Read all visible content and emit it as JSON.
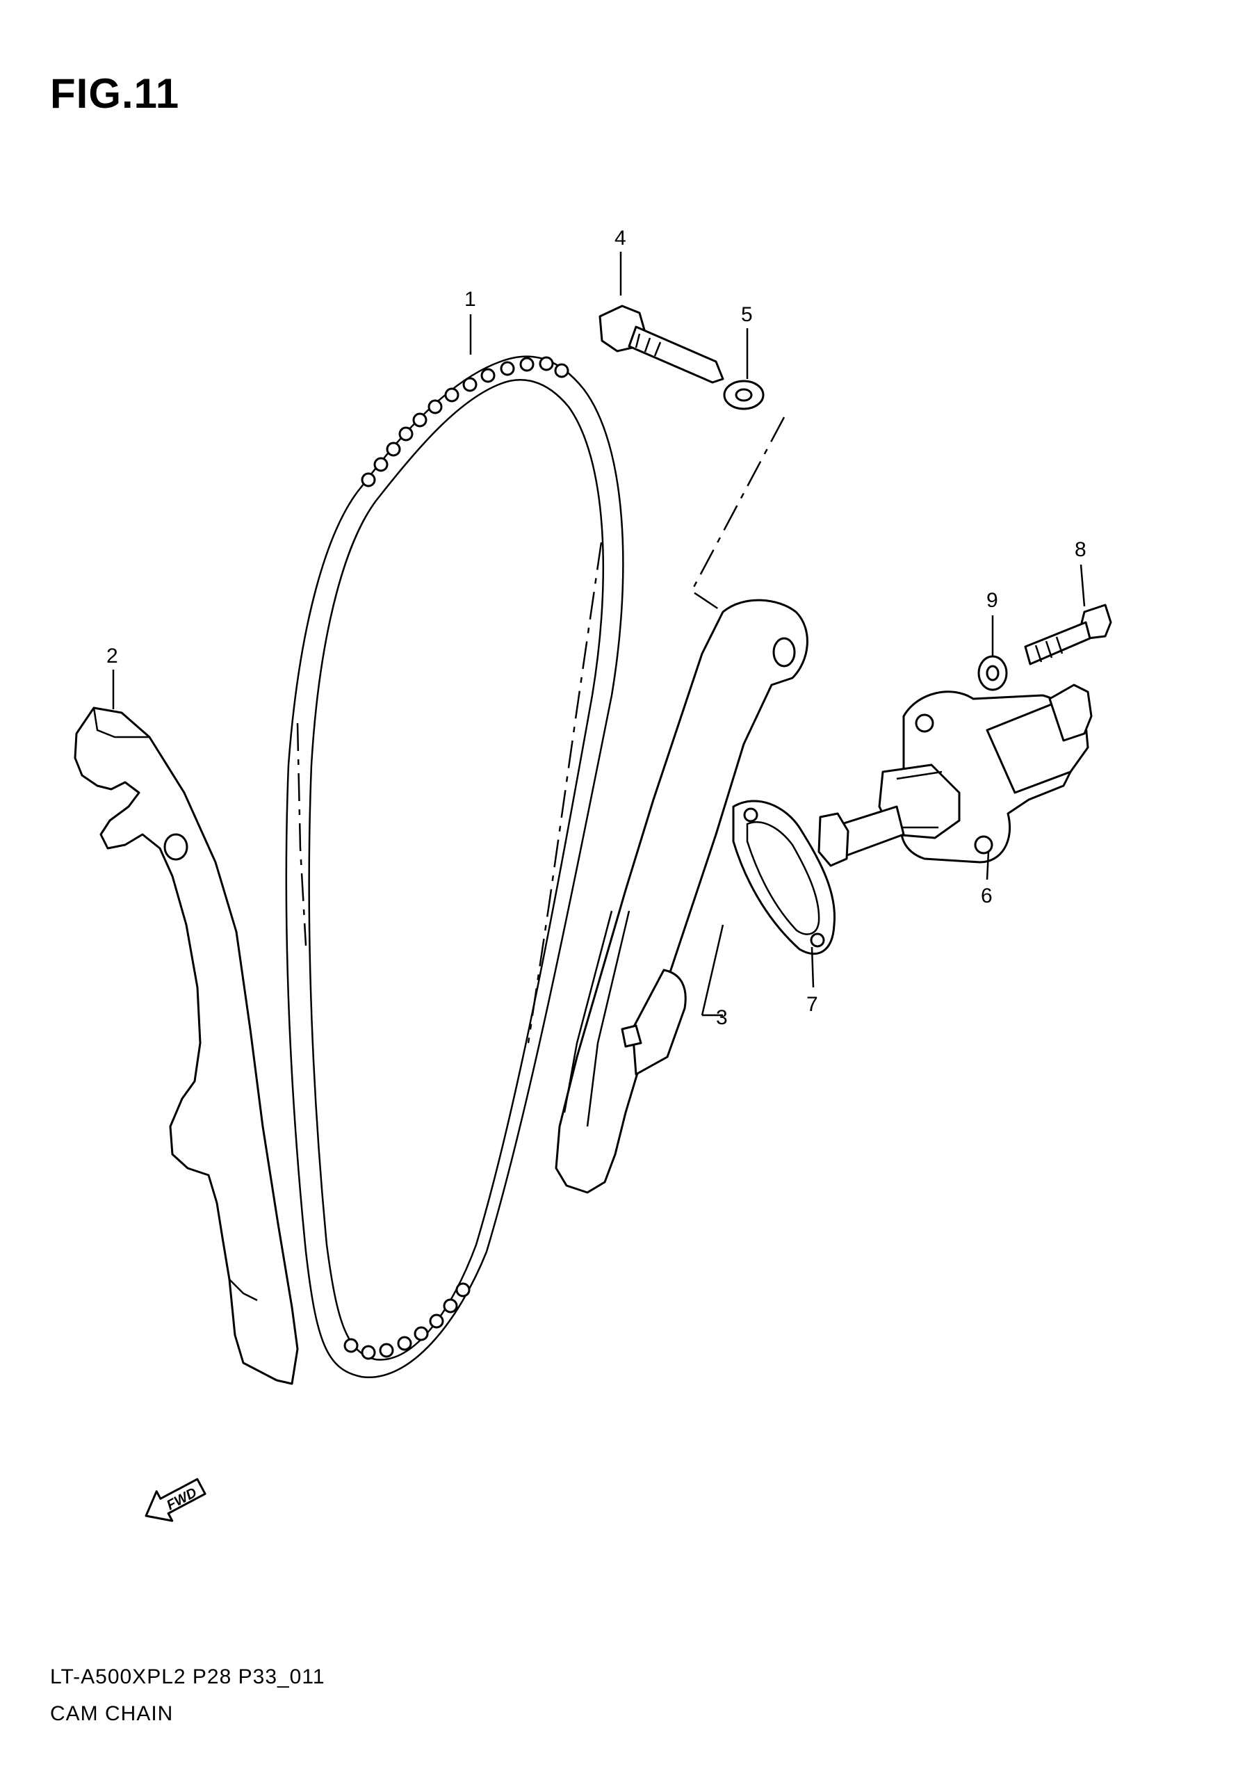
{
  "figure": {
    "title": "FIG.11"
  },
  "callouts": [
    {
      "id": "1",
      "label": "1"
    },
    {
      "id": "2",
      "label": "2"
    },
    {
      "id": "3",
      "label": "3"
    },
    {
      "id": "4",
      "label": "4"
    },
    {
      "id": "5",
      "label": "5"
    },
    {
      "id": "6",
      "label": "6"
    },
    {
      "id": "7",
      "label": "7"
    },
    {
      "id": "8",
      "label": "8"
    },
    {
      "id": "9",
      "label": "9"
    }
  ],
  "direction_arrow": {
    "label": "FWD",
    "icon": "forward-arrow-icon"
  },
  "footer": {
    "model_code": "LT-A500XPL2 P28 P33_011",
    "section_name": "CAM CHAIN"
  }
}
